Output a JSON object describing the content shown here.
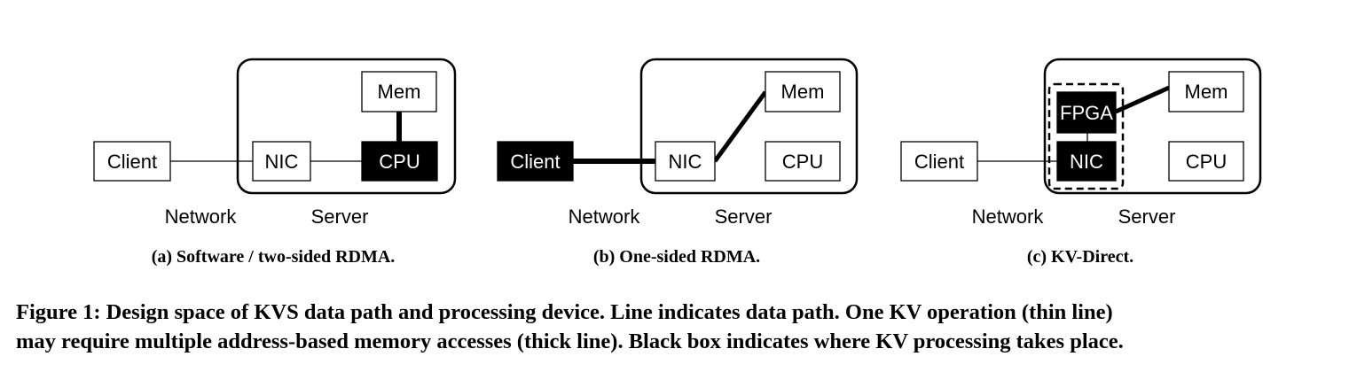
{
  "panels": [
    {
      "id": "a",
      "subcaption": "(a) Software / two-sided RDMA.",
      "client": "Client",
      "nic": "NIC",
      "cpu": "CPU",
      "mem": "Mem",
      "network_label": "Network",
      "server_label": "Server",
      "highlighted": [
        "cpu"
      ]
    },
    {
      "id": "b",
      "subcaption": "(b) One-sided RDMA.",
      "client": "Client",
      "nic": "NIC",
      "cpu": "CPU",
      "mem": "Mem",
      "network_label": "Network",
      "server_label": "Server",
      "highlighted": [
        "client"
      ]
    },
    {
      "id": "c",
      "subcaption": "(c) KV-Direct.",
      "client": "Client",
      "nic": "NIC",
      "fpga": "FPGA",
      "cpu": "CPU",
      "mem": "Mem",
      "network_label": "Network",
      "server_label": "Server",
      "highlighted": [
        "nic",
        "fpga"
      ]
    }
  ],
  "caption": {
    "line1": "Figure 1: Design space of KVS data path and processing device. Line indicates data path. One KV operation (thin line)",
    "line2": "may require multiple address-based memory accesses (thick line). Black box indicates where KV processing takes place."
  }
}
